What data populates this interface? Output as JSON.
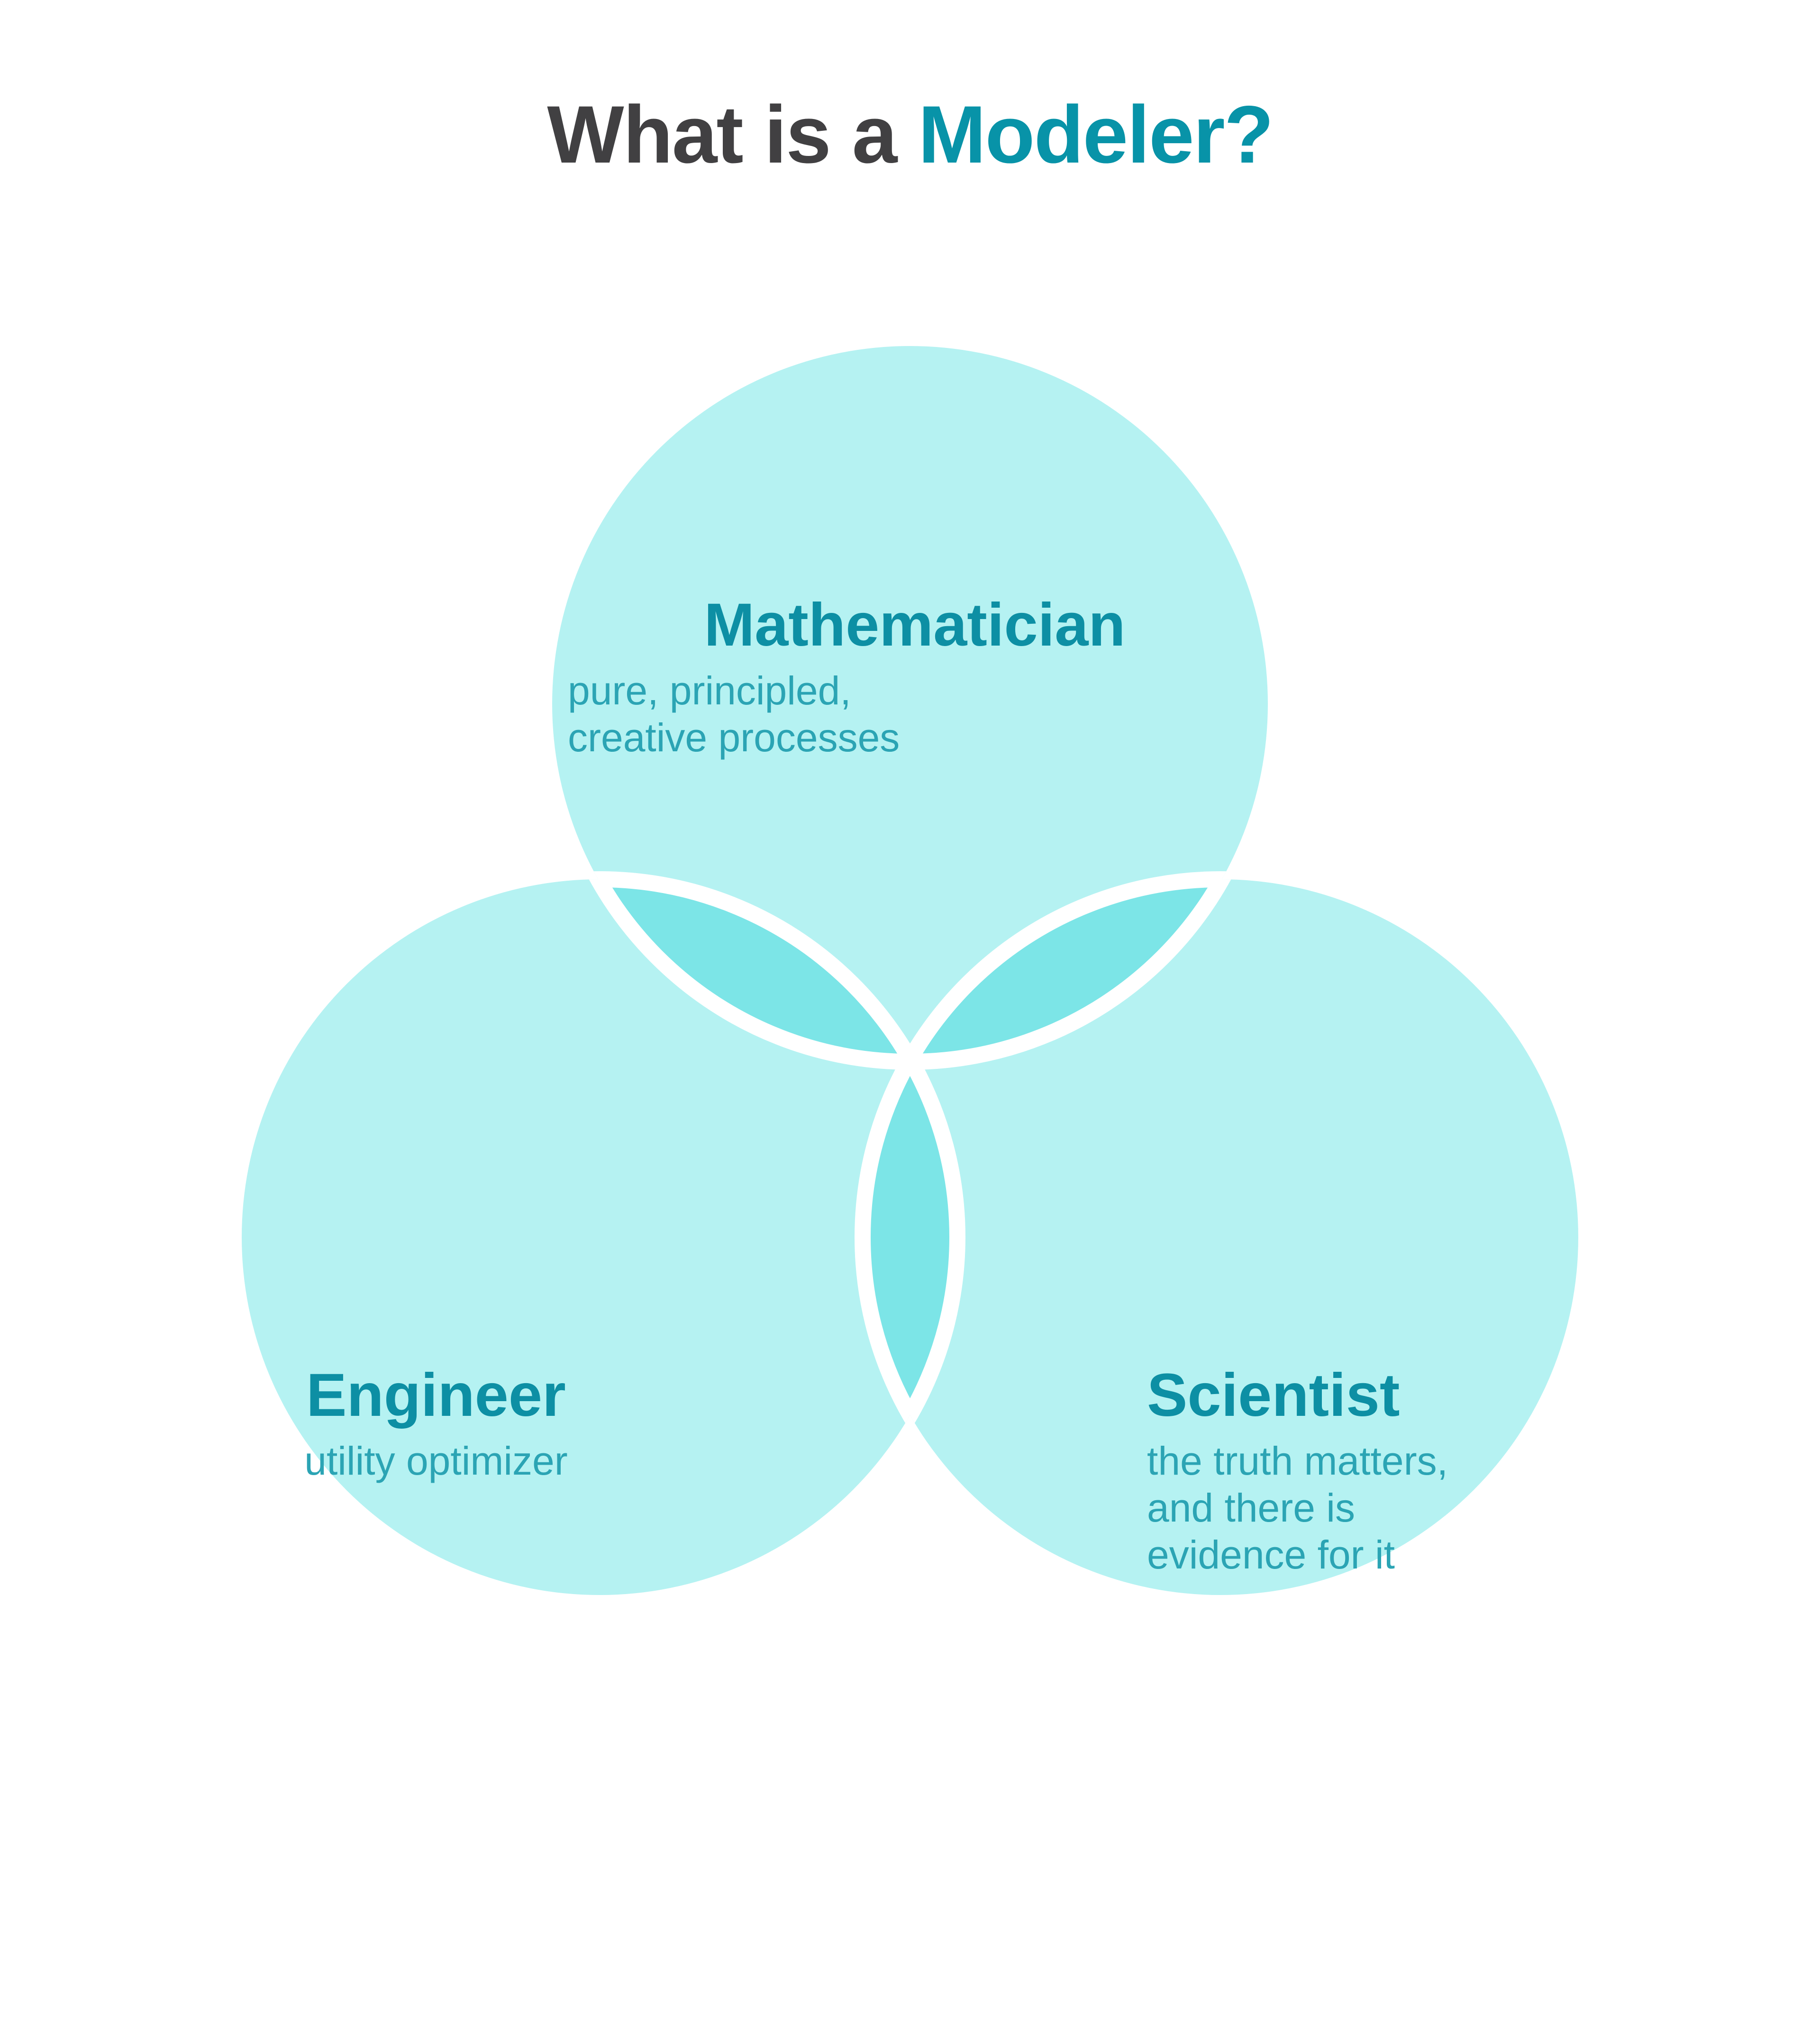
{
  "title": {
    "part1": "What is a ",
    "part2": "Modeler?",
    "part1_color": "#414042",
    "part2_color": "#0893A8"
  },
  "colors": {
    "background": "#FFFFFF",
    "circle_fill": "#B5F2F2",
    "pair_overlap": "#7CE5E7",
    "triple_overlap": "#0089A0",
    "separator_stroke": "#FFFFFF",
    "heading_text": "#0D8FA4",
    "subtitle_text": "#2BA4B4"
  },
  "venn": {
    "type": "three-set-venn",
    "sets": [
      {
        "id": "mathematician",
        "position": "top",
        "heading": "Mathematician",
        "subtitle_lines": [
          "pure, principled,",
          "creative processes"
        ]
      },
      {
        "id": "engineer",
        "position": "bottom-left",
        "heading": "Engineer",
        "subtitle_lines": [
          "utility optimizer"
        ]
      },
      {
        "id": "scientist",
        "position": "bottom-right",
        "heading": "Scientist",
        "subtitle_lines": [
          "the truth matters,",
          "and there is",
          "evidence for it"
        ]
      }
    ],
    "center_region": {
      "id": "modeler",
      "label": "",
      "fill": "#0089A0"
    }
  }
}
